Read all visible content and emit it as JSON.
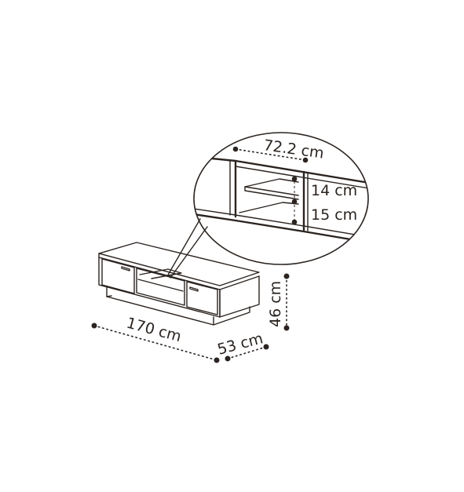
{
  "colors": {
    "line": "#2b2420",
    "background": "#ffffff"
  },
  "labels": {
    "detail_width": "72.2 cm",
    "shelf_upper": "14 cm",
    "shelf_lower": "15 cm",
    "height": "46 cm",
    "length": "170 cm",
    "depth": "53 cm"
  }
}
